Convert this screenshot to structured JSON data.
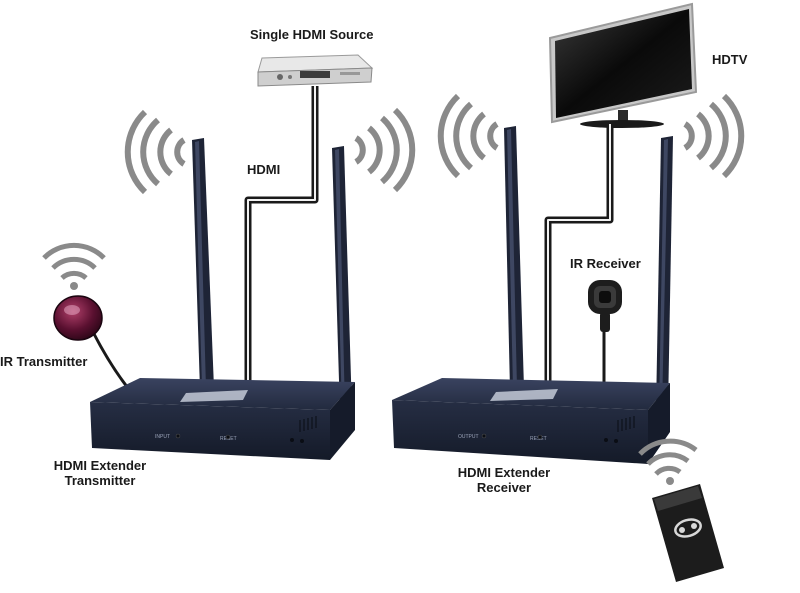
{
  "labels": {
    "source": "Single HDMI Source",
    "hdtv": "HDTV",
    "hdmi": "HDMI",
    "ir_receiver": "IR Receiver",
    "ir_transmitter": "IR Transmitter",
    "tx_line1": "HDMI Extender",
    "tx_line2": "Transmitter",
    "rx_line1": "HDMI Extender",
    "rx_line2": "Receiver"
  },
  "colors": {
    "device_body": "#1f2638",
    "device_top": "#2b3348",
    "antenna": "#1e2436",
    "wifi_wave": "#8a8a8a",
    "cable": "#1a1a1a",
    "source_box": "#d9d9d9",
    "tv_screen": "#0d0d0d",
    "ir_blaster": "#5a1030"
  },
  "icons": {
    "wifi": "wifi-waves-icon",
    "antenna": "antenna-icon",
    "remote": "remote-control-icon"
  }
}
